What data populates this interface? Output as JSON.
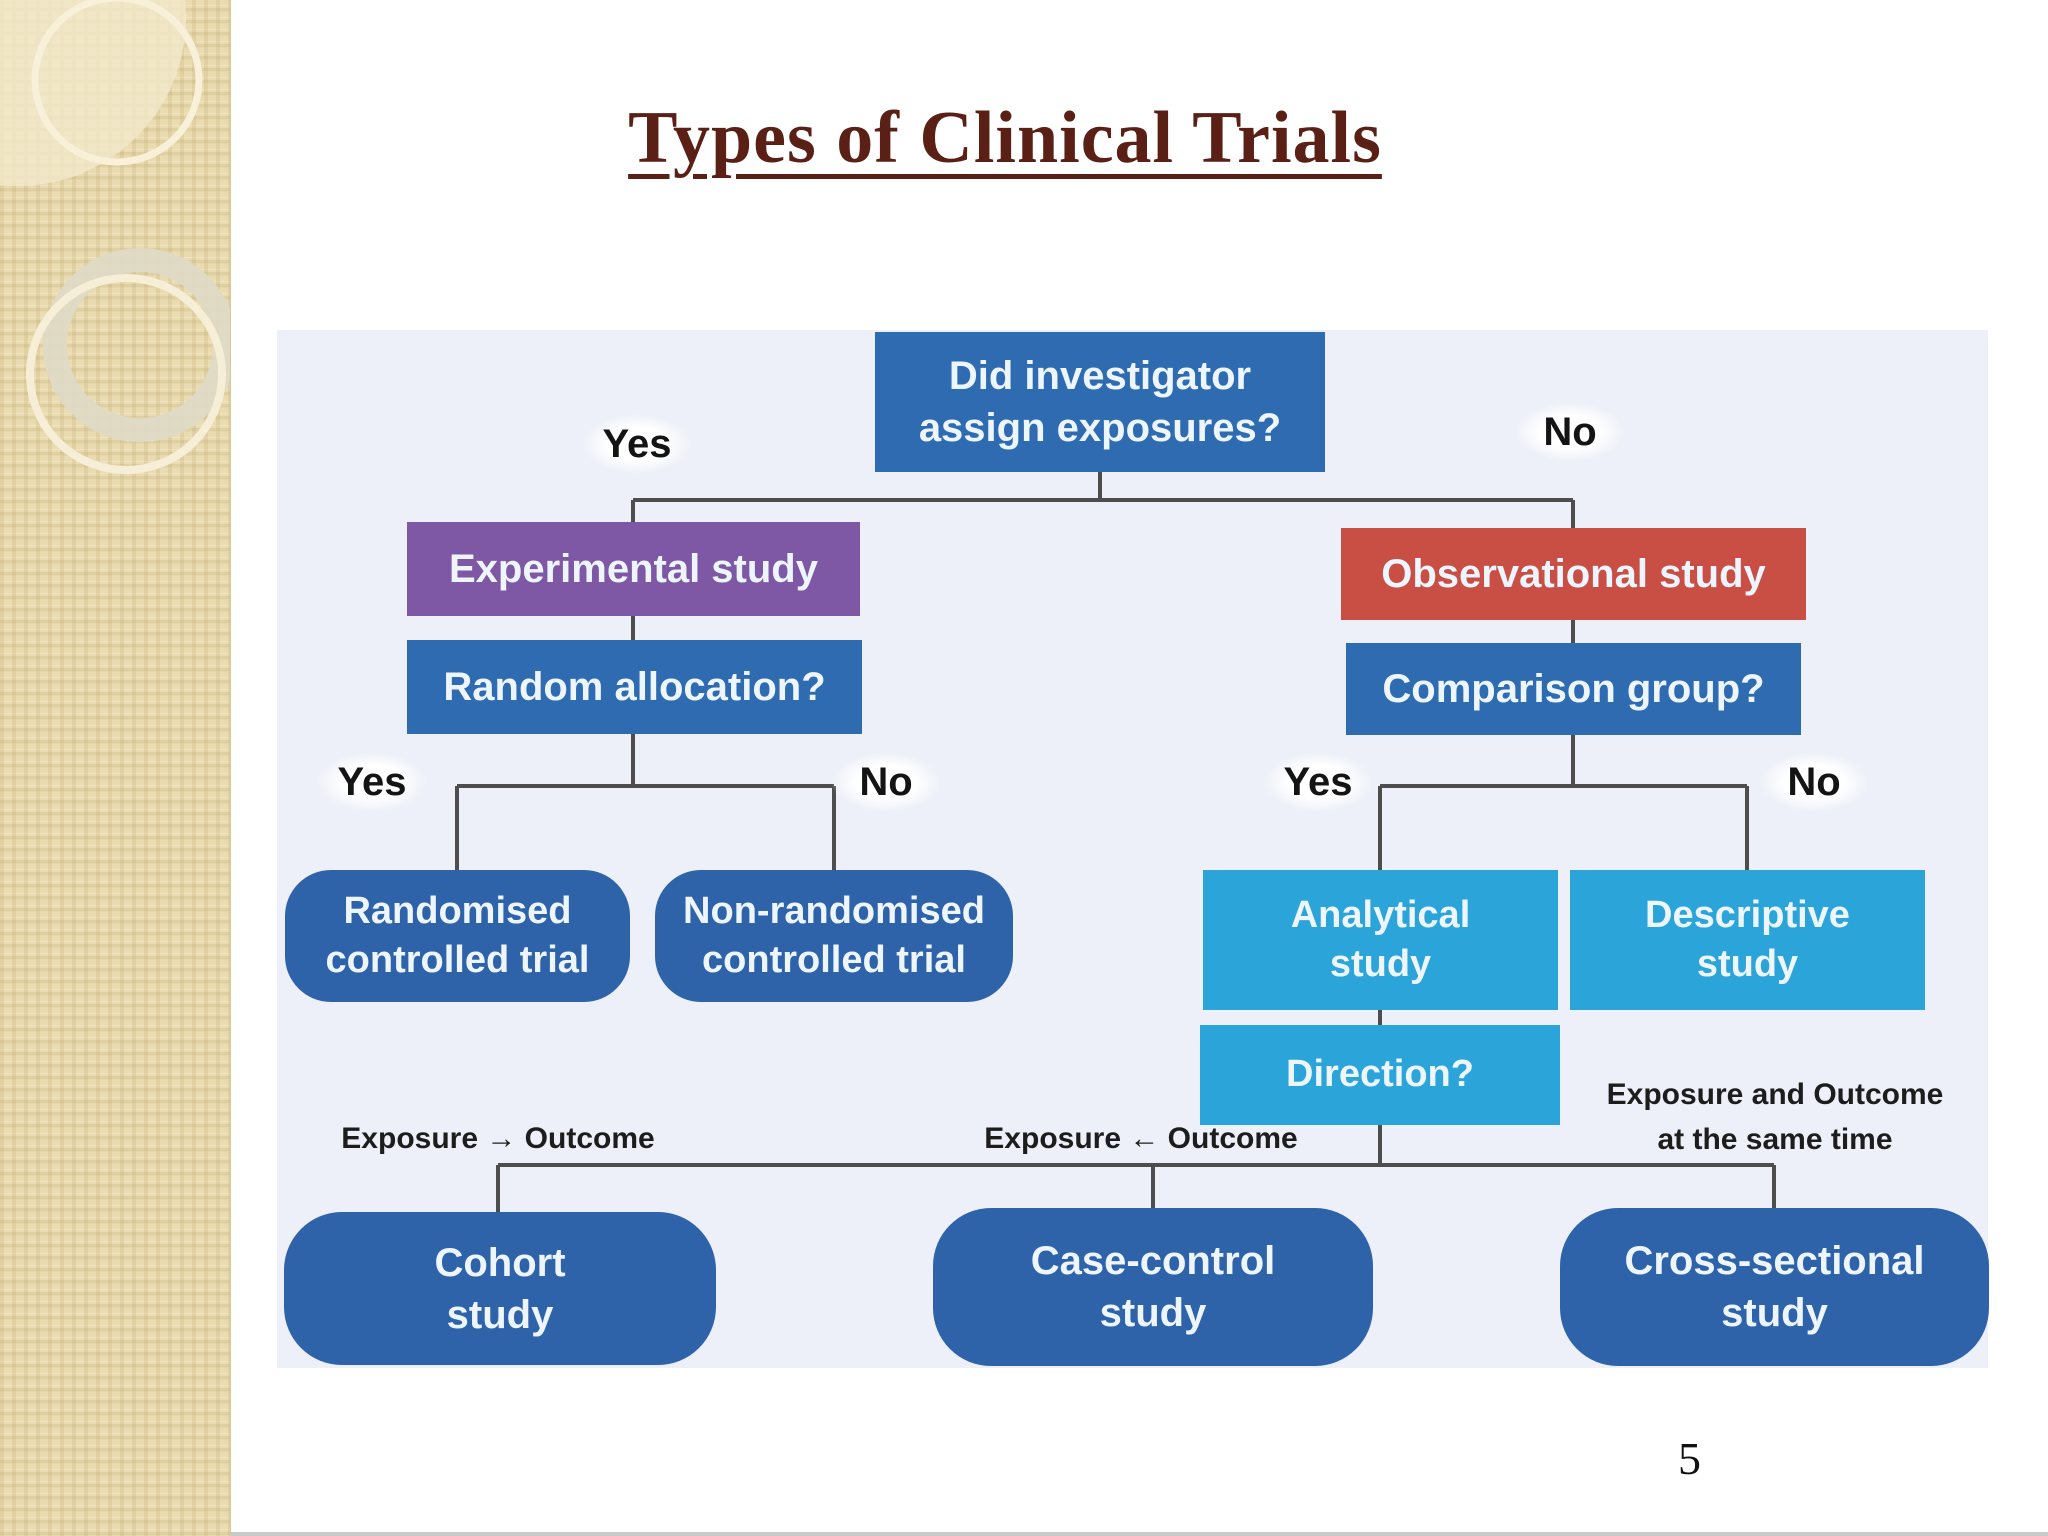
{
  "title": "Types of Clinical Trials",
  "page_number": "5",
  "flowchart": {
    "top_question": "Did investigator\nassign exposures?",
    "experimental": "Experimental study",
    "random_allocation": "Random allocation?",
    "randomised": "Randomised\ncontrolled trial",
    "non_randomised": "Non-randomised\ncontrolled trial",
    "observational": "Observational study",
    "comparison_group": "Comparison group?",
    "analytical": "Analytical\nstudy",
    "descriptive": "Descriptive\nstudy",
    "direction": "Direction?",
    "cohort": "Cohort\nstudy",
    "case_control": "Case-control\nstudy",
    "cross_sectional": "Cross-sectional\nstudy",
    "labels": {
      "yes": "Yes",
      "no": "No"
    },
    "notes": {
      "exposure_forward": "Exposure → Outcome",
      "exposure_backward": "Exposure ← Outcome",
      "exposure_same_time": "Exposure and Outcome\nat the same time"
    }
  },
  "colors": {
    "question_blue": "#2e6bb1",
    "pill_blue": "#2e63a9",
    "light_blue": "#2ba4d9",
    "purple": "#7e58a5",
    "red": "#c94e44",
    "panel_bg": "#edf0f8",
    "title_color": "#5a2016",
    "sidebar_beige": "#eadcb0"
  }
}
